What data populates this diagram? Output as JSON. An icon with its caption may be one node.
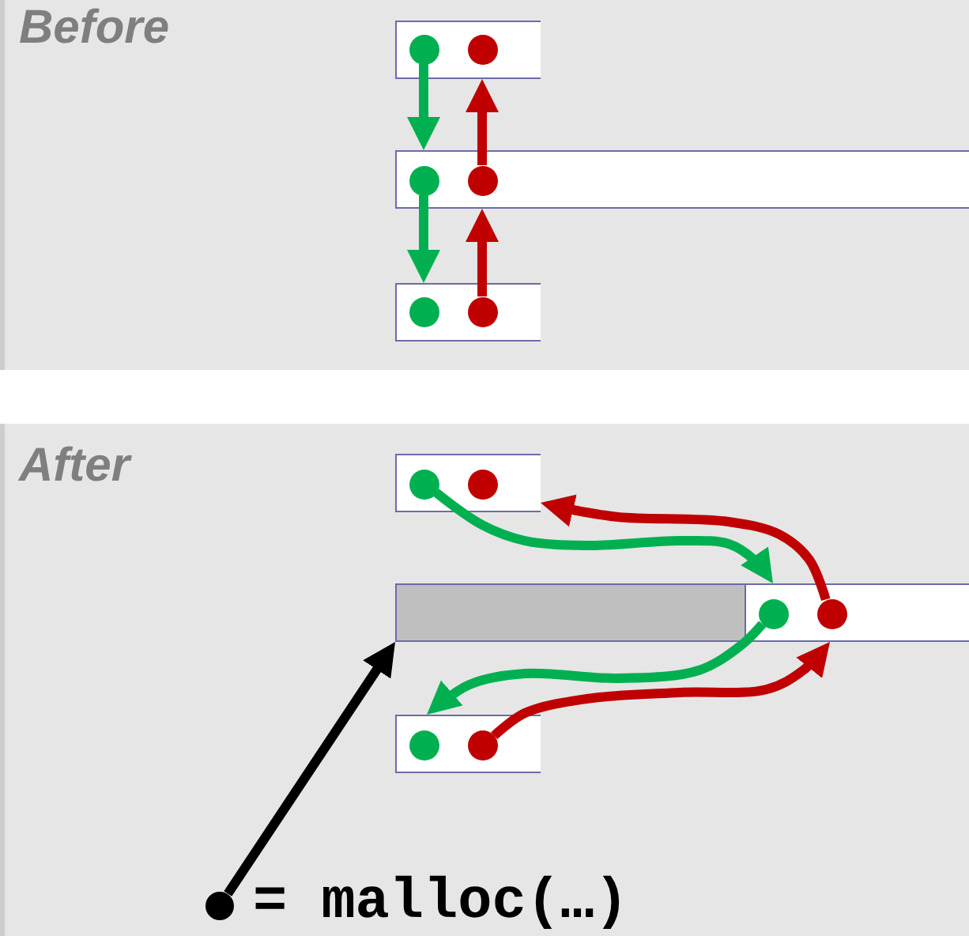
{
  "diagram": {
    "nodes": [
      {
        "text": [
          "Before"
        ]
      },
      {
        "text": [],
        "shape": "box",
        "in": 0
      },
      {
        "text": [],
        "shape": "circle",
        "in": 1
      },
      {
        "text": [],
        "shape": "circle",
        "in": 1
      },
      {
        "text": [],
        "shape": "box",
        "in": 0
      },
      {
        "text": [],
        "shape": "circle",
        "in": 4
      },
      {
        "text": [],
        "shape": "circle",
        "in": 4
      },
      {
        "text": [],
        "shape": "box",
        "in": 0
      },
      {
        "text": [],
        "shape": "circle",
        "in": 7
      },
      {
        "text": [],
        "shape": "circle",
        "in": 7
      },
      {
        "text": [
          "After"
        ]
      },
      {
        "text": [],
        "shape": "box",
        "in": 10
      },
      {
        "text": [],
        "shape": "circle",
        "in": 11
      },
      {
        "text": [],
        "shape": "circle",
        "in": 11
      },
      {
        "text": [],
        "shape": "box",
        "in": 10
      },
      {
        "text": [],
        "shape": "box",
        "in": 10
      },
      {
        "text": [],
        "shape": "circle",
        "in": 15
      },
      {
        "text": [],
        "shape": "circle",
        "in": 15
      },
      {
        "text": [],
        "shape": "box",
        "in": 10
      },
      {
        "text": [],
        "shape": "circle",
        "in": 18
      },
      {
        "text": [],
        "shape": "circle",
        "in": 18
      },
      {
        "text": [],
        "shape": "circle",
        "in": 10,
        "beside": [
          "= malloc(…)"
        ]
      }
    ],
    "edges": [
      {
        "from": 2,
        "to": 4,
        "arrow": "to",
        "color": "#00b050"
      },
      {
        "from": 6,
        "to": 1,
        "arrow": "to",
        "color": "#c00000"
      },
      {
        "from": 5,
        "to": 7,
        "arrow": "to",
        "color": "#00b050"
      },
      {
        "from": 9,
        "to": 4,
        "arrow": "to",
        "color": "#c00000"
      },
      {
        "from": 12,
        "to": 15,
        "arrow": "to",
        "color": "#00b050"
      },
      {
        "from": 17,
        "to": 11,
        "arrow": "to",
        "color": "#c00000"
      },
      {
        "from": 16,
        "to": 18,
        "arrow": "to",
        "color": "#00b050"
      },
      {
        "from": 20,
        "to": 15,
        "arrow": "to",
        "color": "#c00000"
      },
      {
        "from": 21,
        "to": 14,
        "arrow": "to",
        "color": "#000000"
      }
    ]
  }
}
